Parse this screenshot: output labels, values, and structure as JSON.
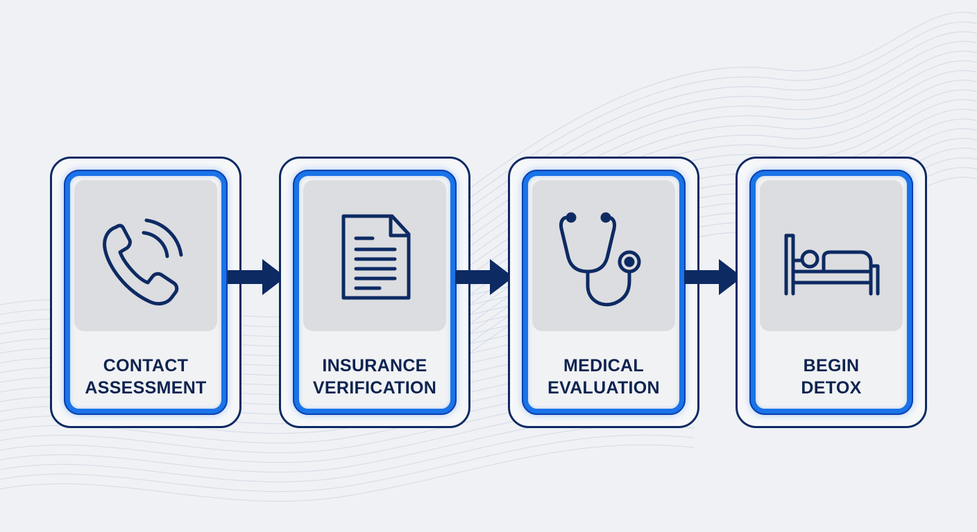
{
  "colors": {
    "navy": "#0d2a63",
    "blue_glow": "#1a73e8",
    "panel_gray": "#dcdde0",
    "background": "#eff1f4"
  },
  "steps": [
    {
      "icon": "phone-icon",
      "line1": "CONTACT",
      "line2": "ASSESSMENT"
    },
    {
      "icon": "document-icon",
      "line1": "INSURANCE",
      "line2": "VERIFICATION"
    },
    {
      "icon": "stethoscope-icon",
      "line1": "MEDICAL",
      "line2": "EVALUATION"
    },
    {
      "icon": "bed-icon",
      "line1": "BEGIN",
      "line2": "DETOX"
    }
  ]
}
